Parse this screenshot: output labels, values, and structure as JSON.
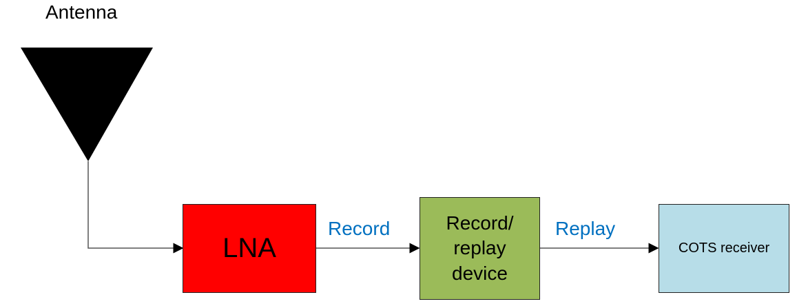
{
  "antenna": {
    "label": "Antenna"
  },
  "blocks": [
    {
      "id": "lna",
      "label": "LNA",
      "color": "#ff0000"
    },
    {
      "id": "recorder",
      "label": "Record/\nreplay\ndevice",
      "color": "#9bbb59"
    },
    {
      "id": "receiver",
      "label": "COTS receiver",
      "color": "#b7dde8"
    }
  ],
  "links": [
    {
      "from": "antenna",
      "to": "lna",
      "label": ""
    },
    {
      "from": "lna",
      "to": "recorder",
      "label": "Record",
      "label_color": "#0070c0"
    },
    {
      "from": "recorder",
      "to": "receiver",
      "label": "Replay",
      "label_color": "#0070c0"
    }
  ]
}
